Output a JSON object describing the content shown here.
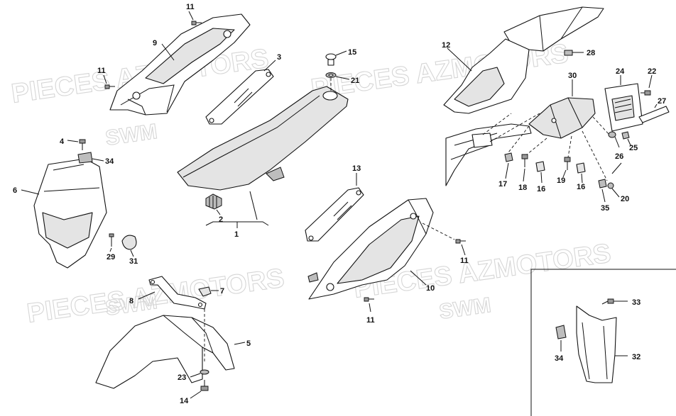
{
  "watermarks": {
    "brand": "PIECES AZMOTORS",
    "model": "SWM"
  },
  "labels": {
    "p1": "1",
    "p2": "2",
    "p3": "3",
    "p4": "4",
    "p5": "5",
    "p6": "6",
    "p7": "7",
    "p8": "8",
    "p9": "9",
    "p10": "10",
    "p11a": "11",
    "p11b": "11",
    "p11c": "11",
    "p11d": "11",
    "p12": "12",
    "p13": "13",
    "p14": "14",
    "p15": "15",
    "p16a": "16",
    "p16b": "16",
    "p17": "17",
    "p18": "18",
    "p19": "19",
    "p20": "20",
    "p21": "21",
    "p22": "22",
    "p23": "23",
    "p24": "24",
    "p25": "25",
    "p26": "26",
    "p27": "27",
    "p28": "28",
    "p29": "29",
    "p30": "30",
    "p31": "31",
    "p32": "32",
    "p33": "33",
    "p34a": "34",
    "p34b": "34",
    "p35": "35"
  }
}
